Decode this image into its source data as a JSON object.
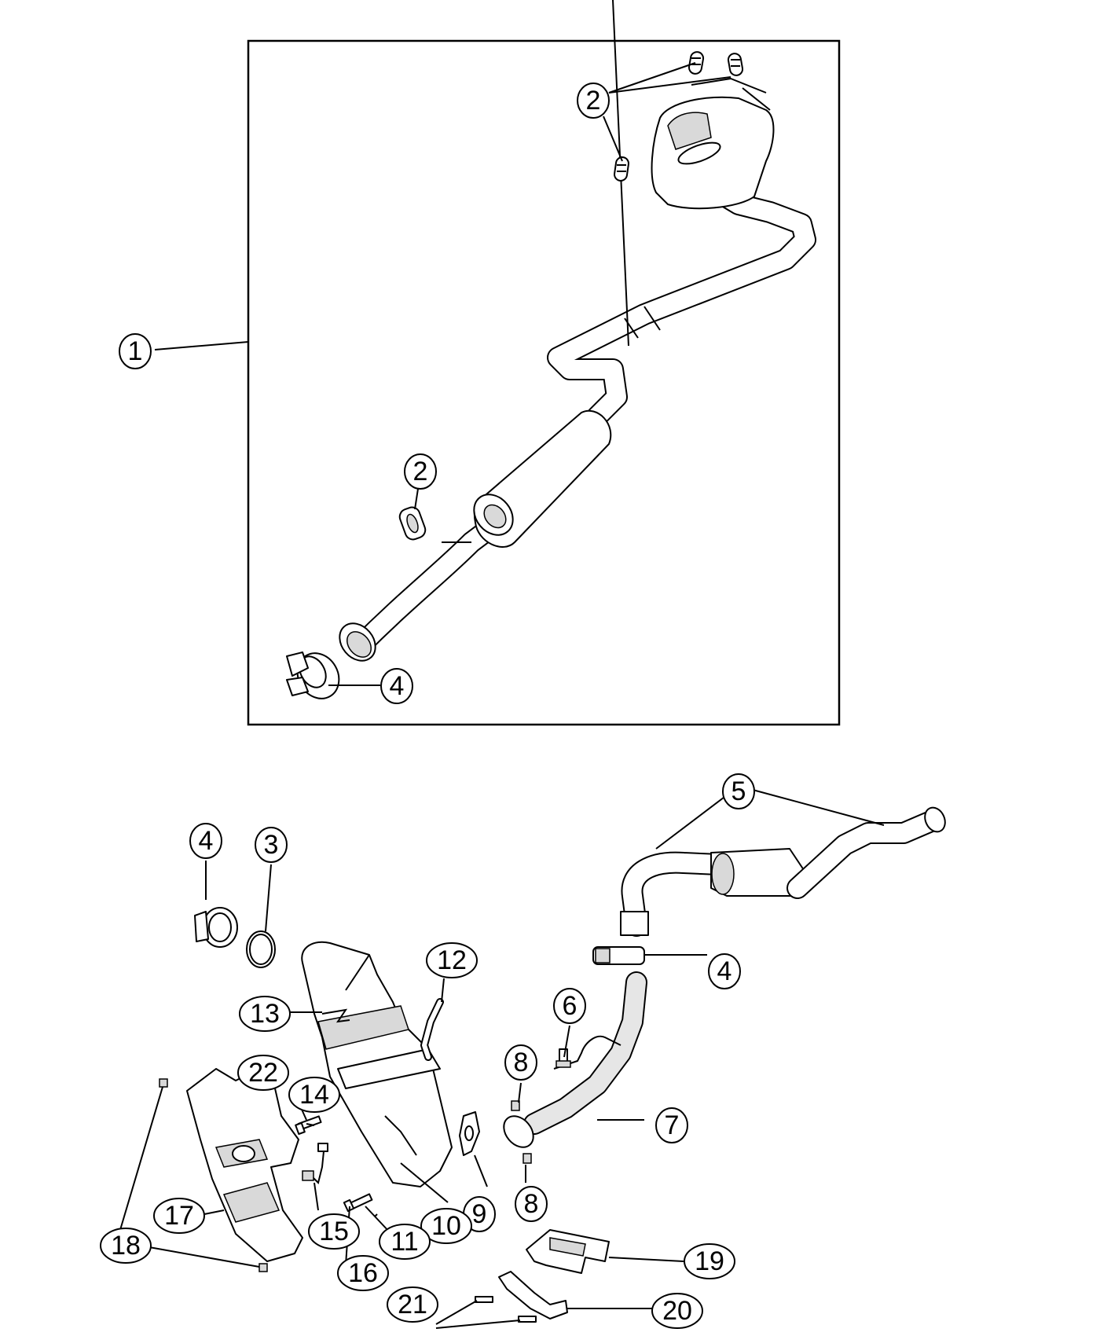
{
  "diagram": {
    "callouts": [
      {
        "id": "c1",
        "label": "1"
      },
      {
        "id": "c2a",
        "label": "2"
      },
      {
        "id": "c2b",
        "label": "2"
      },
      {
        "id": "c4a",
        "label": "4"
      },
      {
        "id": "c5",
        "label": "5"
      },
      {
        "id": "c4b",
        "label": "4"
      },
      {
        "id": "c3",
        "label": "3"
      },
      {
        "id": "c12",
        "label": "12"
      },
      {
        "id": "c4c",
        "label": "4"
      },
      {
        "id": "c6",
        "label": "6"
      },
      {
        "id": "c13",
        "label": "13"
      },
      {
        "id": "c8a",
        "label": "8"
      },
      {
        "id": "c22",
        "label": "22"
      },
      {
        "id": "c14",
        "label": "14"
      },
      {
        "id": "c7",
        "label": "7"
      },
      {
        "id": "c9",
        "label": "9"
      },
      {
        "id": "c8b",
        "label": "8"
      },
      {
        "id": "c17",
        "label": "17"
      },
      {
        "id": "c10",
        "label": "10"
      },
      {
        "id": "c15",
        "label": "15"
      },
      {
        "id": "c11",
        "label": "11"
      },
      {
        "id": "c18",
        "label": "18"
      },
      {
        "id": "c19",
        "label": "19"
      },
      {
        "id": "c16",
        "label": "16"
      },
      {
        "id": "c21",
        "label": "21"
      },
      {
        "id": "c20",
        "label": "20"
      }
    ]
  }
}
